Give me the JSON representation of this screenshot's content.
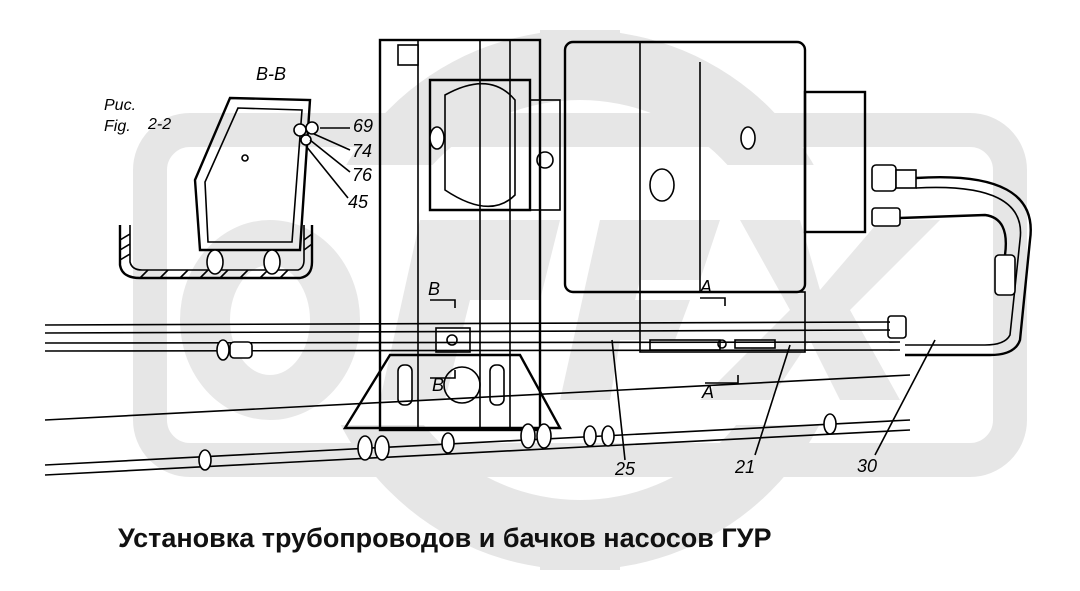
{
  "figure": {
    "view_label": "B-B",
    "fig_ru": "Рис.",
    "fig_en": "Fig.",
    "fig_number": "2-2",
    "section_marks": {
      "b_top": "B",
      "b_bottom": "B",
      "a_top": "A",
      "a_bottom": "A"
    },
    "callouts": [
      "69",
      "74",
      "76",
      "45",
      "25",
      "21",
      "30"
    ],
    "caption": "Установка трубопроводов и бачков насосов ГУР"
  },
  "watermark": {
    "text": "OPEX",
    "color": "#e6e6e6"
  }
}
